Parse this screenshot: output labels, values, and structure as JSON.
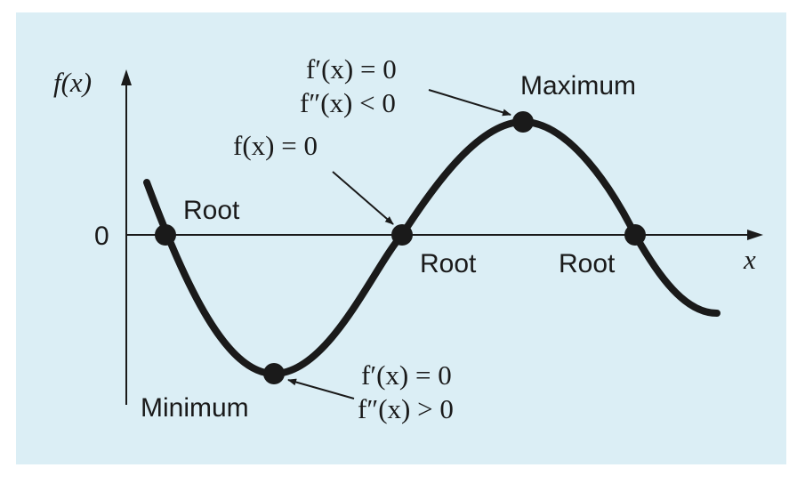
{
  "colors": {
    "background": "#dbeef5",
    "curve": "#1a1a1a",
    "axes": "#1a1a1a"
  },
  "axes": {
    "y_label": "f(x)",
    "x_label": "x",
    "origin_label": "0"
  },
  "annotations": {
    "maximum_label": "Maximum",
    "maximum_condition_1": "f′(x) = 0",
    "maximum_condition_2": "f″(x) < 0",
    "minimum_label": "Minimum",
    "minimum_condition_1": "f′(x) = 0",
    "minimum_condition_2": "f″(x) > 0",
    "root_condition": "f(x) = 0",
    "root_left_label": "Root",
    "root_middle_label": "Root",
    "root_right_label": "Root"
  }
}
